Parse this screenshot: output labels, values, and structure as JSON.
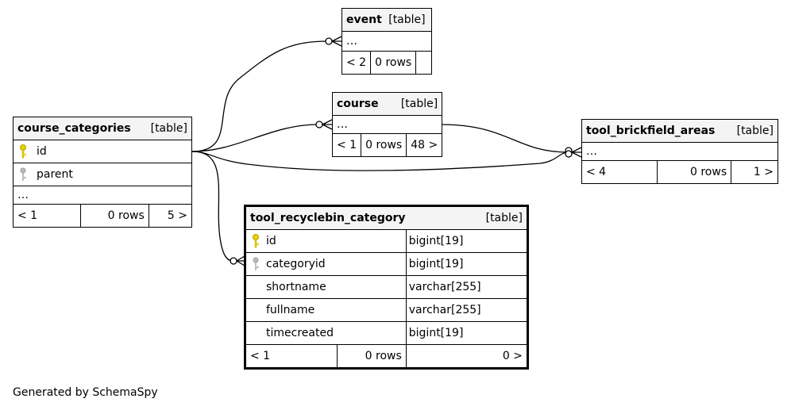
{
  "footer": "Generated by SchemaSpy",
  "colors": {
    "primary_key": "#e6d200",
    "foreign_key": "#bdbdbd",
    "header_bg": "#f4f4f4"
  },
  "tables": {
    "event": {
      "name": "event",
      "type": "[table]",
      "rows": [
        "…"
      ],
      "footer": {
        "parents": "< 2",
        "count": "0 rows",
        "children": ""
      }
    },
    "course": {
      "name": "course",
      "type": "[table]",
      "rows": [
        "…"
      ],
      "footer": {
        "parents": "< 1",
        "count": "0 rows",
        "children": "48 >"
      }
    },
    "course_categories": {
      "name": "course_categories",
      "type": "[table]",
      "columns": [
        {
          "name": "id",
          "key": "primary-key-icon"
        },
        {
          "name": "parent",
          "key": "foreign-key-icon"
        }
      ],
      "more": "…",
      "footer": {
        "parents": "< 1",
        "count": "0 rows",
        "children": "5 >"
      }
    },
    "tool_brickfield_areas": {
      "name": "tool_brickfield_areas",
      "type": "[table]",
      "rows": [
        "…"
      ],
      "footer": {
        "parents": "< 4",
        "count": "0 rows",
        "children": "1 >"
      }
    },
    "tool_recyclebin_category": {
      "name": "tool_recyclebin_category",
      "type": "[table]",
      "columns": [
        {
          "name": "id",
          "datatype": "bigint[19]",
          "key": "primary-key-icon"
        },
        {
          "name": "categoryid",
          "datatype": "bigint[19]",
          "key": "foreign-key-icon"
        },
        {
          "name": "shortname",
          "datatype": "varchar[255]",
          "key": ""
        },
        {
          "name": "fullname",
          "datatype": "varchar[255]",
          "key": ""
        },
        {
          "name": "timecreated",
          "datatype": "bigint[19]",
          "key": ""
        }
      ],
      "footer": {
        "parents": "< 1",
        "count": "0 rows",
        "children": "0 >"
      }
    }
  }
}
